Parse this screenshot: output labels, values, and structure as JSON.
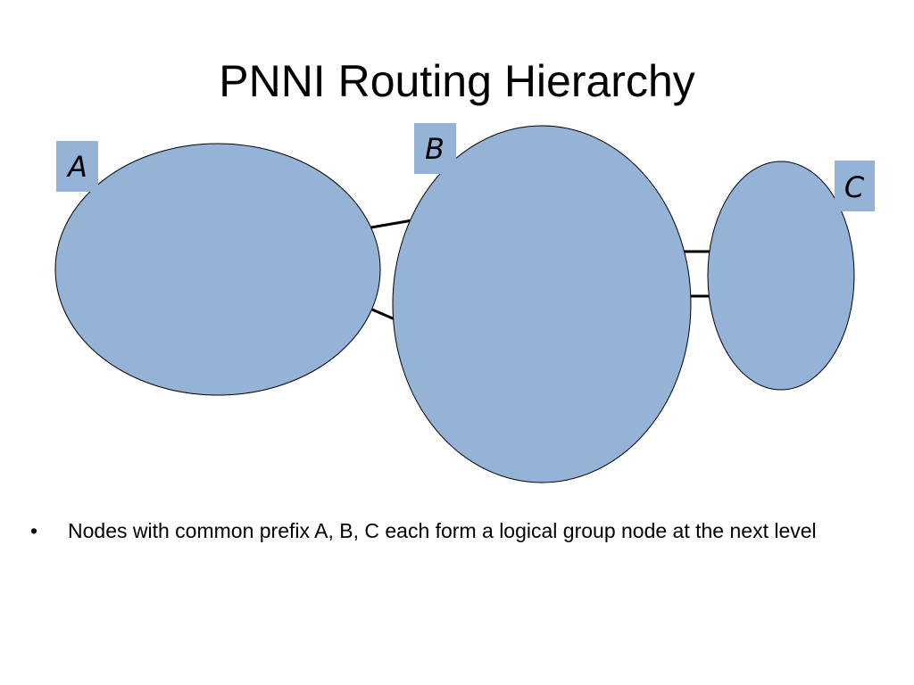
{
  "slide": {
    "title": "PNNI Routing Hierarchy",
    "bullets": [
      "Nodes with common prefix A,  B,  C each form a logical group node at the next level"
    ],
    "bullet_glyph": "•"
  },
  "diagram": {
    "fill_color": "#95b3d7",
    "groups": [
      {
        "id": "A",
        "label": "A"
      },
      {
        "id": "B",
        "label": "B"
      },
      {
        "id": "C",
        "label": "C"
      }
    ],
    "links": [
      {
        "from": "A",
        "to": "B"
      },
      {
        "from": "A",
        "to": "B"
      },
      {
        "from": "B",
        "to": "C"
      },
      {
        "from": "B",
        "to": "C"
      }
    ]
  }
}
